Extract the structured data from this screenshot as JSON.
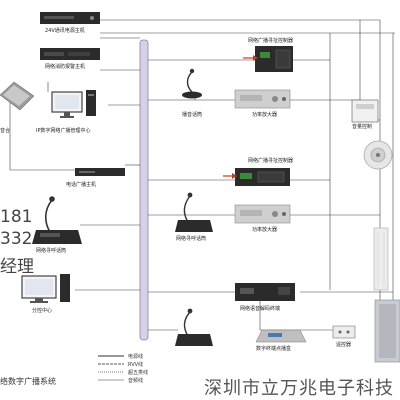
{
  "labels": {
    "power_supply_host": "24V通讯电源主机",
    "fire_alarm_host": "网络消防报警主机",
    "ip_center": "IP数字网络广播管理中心",
    "telephone_host": "电话广播主机",
    "broadcast_mic": "播音话筒",
    "paging_mic_1": "网络寻呼话筒",
    "paging_mic_2": "网络寻呼话筒",
    "zone_controller_1": "网络广播寻址控制器",
    "zone_controller_2": "网络广播寻址控制器",
    "power_amp_1": "功率放大器",
    "power_amp_2": "功率放大器",
    "decoder_terminal": "网络语音解码终端",
    "digital_player": "数字终端点播盒",
    "remote_control": "遥控器",
    "branch_center": "分控中心",
    "partial_phone_1": "181",
    "partial_phone_2": "332",
    "partial_title": "经理",
    "partial_hint": "音合",
    "zone_selector": "音量控制",
    "system_title_partial": "络数字广播系统"
  },
  "legend": [
    {
      "label": "电源线",
      "color": "#333333"
    },
    {
      "label": "RVV线",
      "color": "#555555"
    },
    {
      "label": "超五类线",
      "color": "#777777"
    },
    {
      "label": "音频线",
      "color": "#999999"
    }
  ],
  "watermark": "深圳市立万兆电子科技",
  "colors": {
    "backbone_fill": "#d8d0e6",
    "backbone_stroke": "#8a7fa8",
    "line": "#404040",
    "device_dark": "#2b2b2b",
    "device_silver": "#cfcfcf"
  }
}
